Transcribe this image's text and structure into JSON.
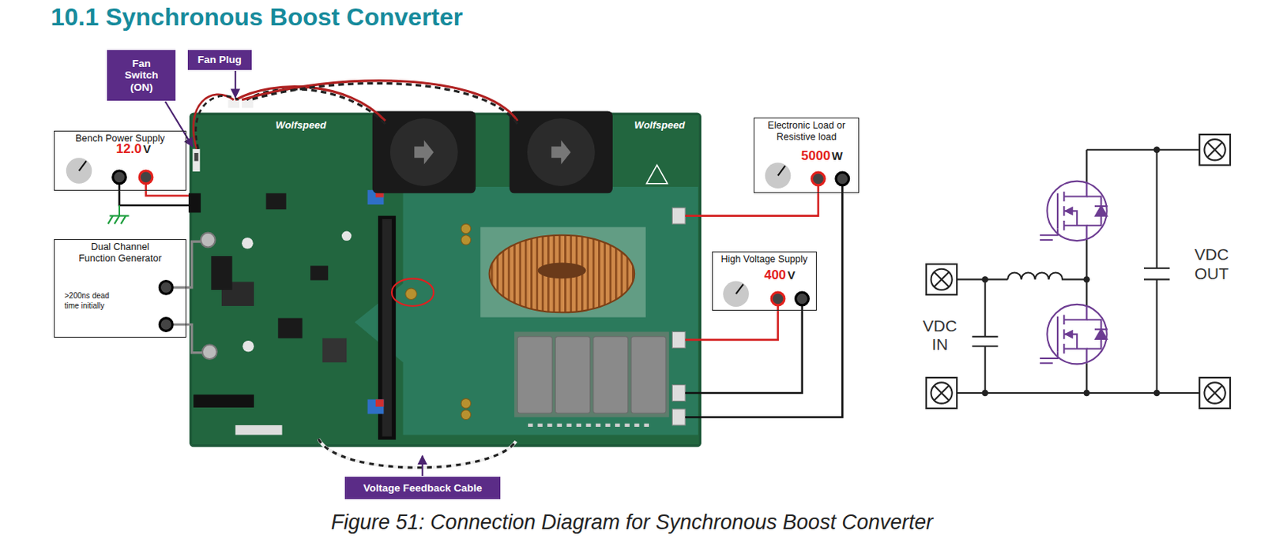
{
  "diagram": {
    "title": "10.1 Synchronous Boost Converter",
    "caption": "Figure 51: Connection Diagram for Synchronous Boost Converter",
    "nodes": [
      {
        "text": [
          "Fan Switch (ON)"
        ]
      },
      {
        "text": [
          "Fan Plug"
        ]
      },
      {
        "text": [
          "Bench Power Supply",
          "12.0",
          "V"
        ]
      },
      {
        "text": [
          "Dual Channel Function Generator",
          ">200ns dead time initially"
        ]
      },
      {
        "text": [
          "Electronic Load or Resistive load",
          "5000",
          "W"
        ]
      },
      {
        "text": [
          "High Voltage Supply",
          "400",
          "V"
        ]
      },
      {
        "text": [
          "Voltage Feedback Cable"
        ]
      }
    ],
    "labels": [
      "Wolfspeed",
      "Wolfspeed",
      "VDC IN",
      "VDC OUT"
    ]
  }
}
